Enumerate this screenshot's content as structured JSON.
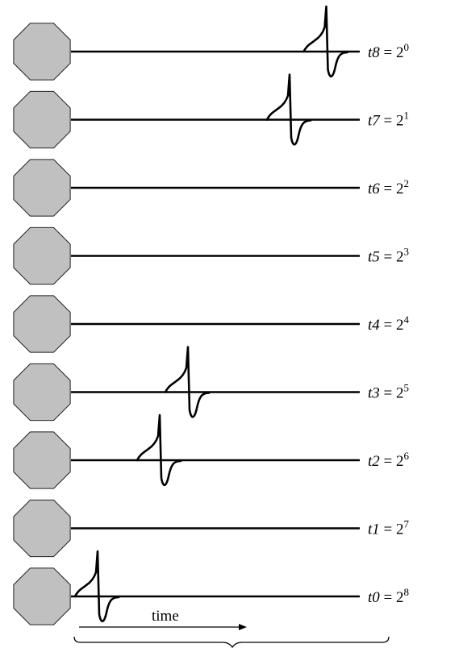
{
  "rows": [
    {
      "neuron": "t8",
      "exponent": "0",
      "spike_times": [
        0.81
      ]
    },
    {
      "neuron": "t7",
      "exponent": "1",
      "spike_times": [
        0.68
      ]
    },
    {
      "neuron": "t6",
      "exponent": "2",
      "spike_times": []
    },
    {
      "neuron": "t5",
      "exponent": "3",
      "spike_times": []
    },
    {
      "neuron": "t4",
      "exponent": "4",
      "spike_times": []
    },
    {
      "neuron": "t3",
      "exponent": "5",
      "spike_times": [
        0.32
      ]
    },
    {
      "neuron": "t2",
      "exponent": "6",
      "spike_times": [
        0.22
      ]
    },
    {
      "neuron": "t1",
      "exponent": "7",
      "spike_times": []
    },
    {
      "neuron": "t0",
      "exponent": "8",
      "spike_times": [
        0.0
      ]
    }
  ],
  "label_base": "2",
  "time_axis": {
    "label": "time"
  },
  "colors": {
    "neuron_fill": "#c0c0c0",
    "line": "#000000"
  }
}
